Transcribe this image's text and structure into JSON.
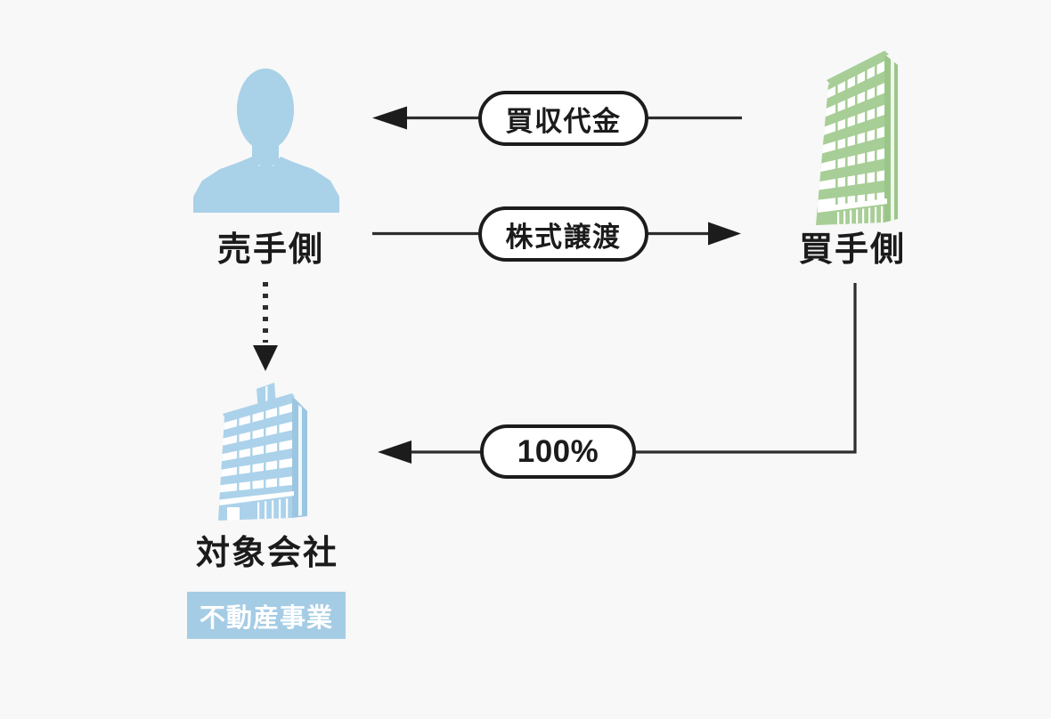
{
  "colors": {
    "background": "#f8f8f8",
    "text": "#1b1b1b",
    "line": "#2e2e2e",
    "arrowhead": "#1c1c1c",
    "pill_bg": "#ffffff",
    "pill_border": "#1c1c1c",
    "person_blue": "#a9d1e8",
    "building_blue": "#abd2ea",
    "building_blue_side": "#9cc6e0",
    "building_green": "#a7ce96",
    "building_green_side": "#9bc689",
    "window_white": "#ffffff",
    "badge_bg": "#a5cce5",
    "badge_text": "#ffffff"
  },
  "nodes": {
    "seller": {
      "label": "売手側",
      "icon": "businessman-icon"
    },
    "buyer": {
      "label": "買手側",
      "icon": "green-office-building-icon"
    },
    "target": {
      "label": "対象会社",
      "icon": "blue-office-building-icon",
      "badge": "不動産事業"
    }
  },
  "edges": {
    "payment": {
      "label": "買収代金",
      "from": "buyer",
      "to": "seller",
      "style": "solid-arrow-left"
    },
    "share_transfer": {
      "label": "株式譲渡",
      "from": "seller",
      "to": "buyer",
      "style": "solid-arrow-right"
    },
    "ownership": {
      "label": "100%",
      "from": "buyer",
      "to": "target",
      "style": "solid-elbow-arrow"
    },
    "succession": {
      "label": "",
      "from": "seller",
      "to": "target",
      "style": "dotted-arrow-down"
    }
  }
}
